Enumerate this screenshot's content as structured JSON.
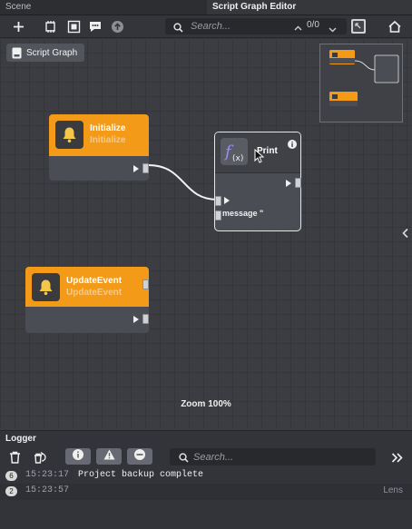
{
  "tabs": {
    "scene": "Scene",
    "editor": "Script Graph Editor"
  },
  "toolbar": {
    "search_placeholder": "Search...",
    "search_count": "0/0",
    "icons": [
      "add-icon",
      "snap-icon",
      "frame-icon",
      "comment-icon",
      "upload-icon",
      "chevron-up-icon",
      "chevron-down-icon",
      "fullscreen-icon",
      "home-icon"
    ]
  },
  "breadcrumb": {
    "label": "Script Graph"
  },
  "nodes": {
    "initialize": {
      "title": "Initialize",
      "subtitle": "Initialize"
    },
    "print": {
      "title": "Print",
      "input_label": "message \""
    },
    "update": {
      "title": "UpdateEvent",
      "subtitle": "UpdateEvent"
    }
  },
  "zoom": {
    "label": "Zoom 100%"
  },
  "logger": {
    "title": "Logger",
    "search_placeholder": "Search...",
    "entries": [
      {
        "count": "6",
        "time": "15:23:17",
        "message": "Project backup complete",
        "source": ""
      },
      {
        "count": "2",
        "time": "15:23:57",
        "message": "",
        "source": "Lens"
      }
    ]
  },
  "colors": {
    "event_header": "#f39a18",
    "node_body": "#4a4d53",
    "canvas": "#3b3d42",
    "selected_border": "#e6e6e6"
  }
}
